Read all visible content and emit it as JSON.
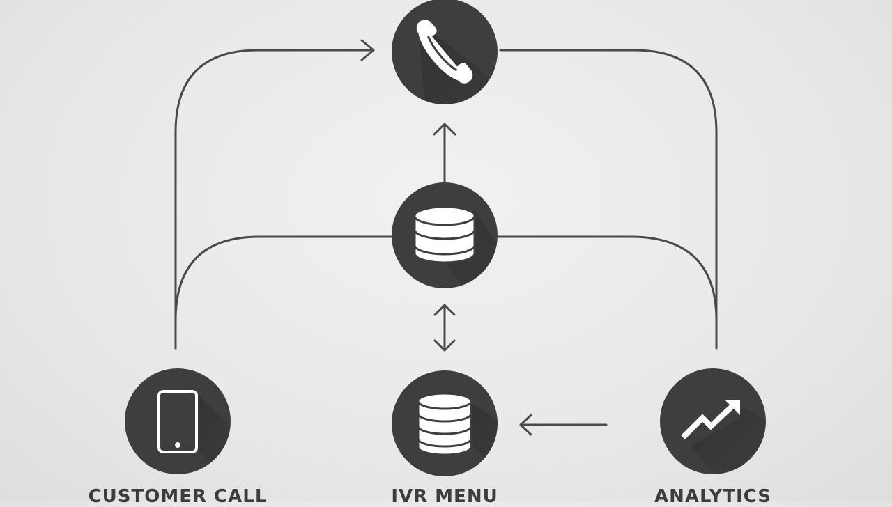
{
  "nodes": {
    "top": {
      "icon": "phone-handset-icon"
    },
    "center": {
      "icon": "database-icon"
    },
    "customer_call": {
      "icon": "smartphone-icon",
      "label": "CUSTOMER CALL"
    },
    "ivr_menu": {
      "icon": "database-stack-icon",
      "label": "IVR MENU"
    },
    "analytics": {
      "icon": "trend-up-arrow-icon",
      "label": "ANALYTICS"
    }
  },
  "colors": {
    "node_fill": "#3e3e3e",
    "line": "#4a4a4a",
    "icon": "#ffffff",
    "background": "#ebebeb"
  }
}
